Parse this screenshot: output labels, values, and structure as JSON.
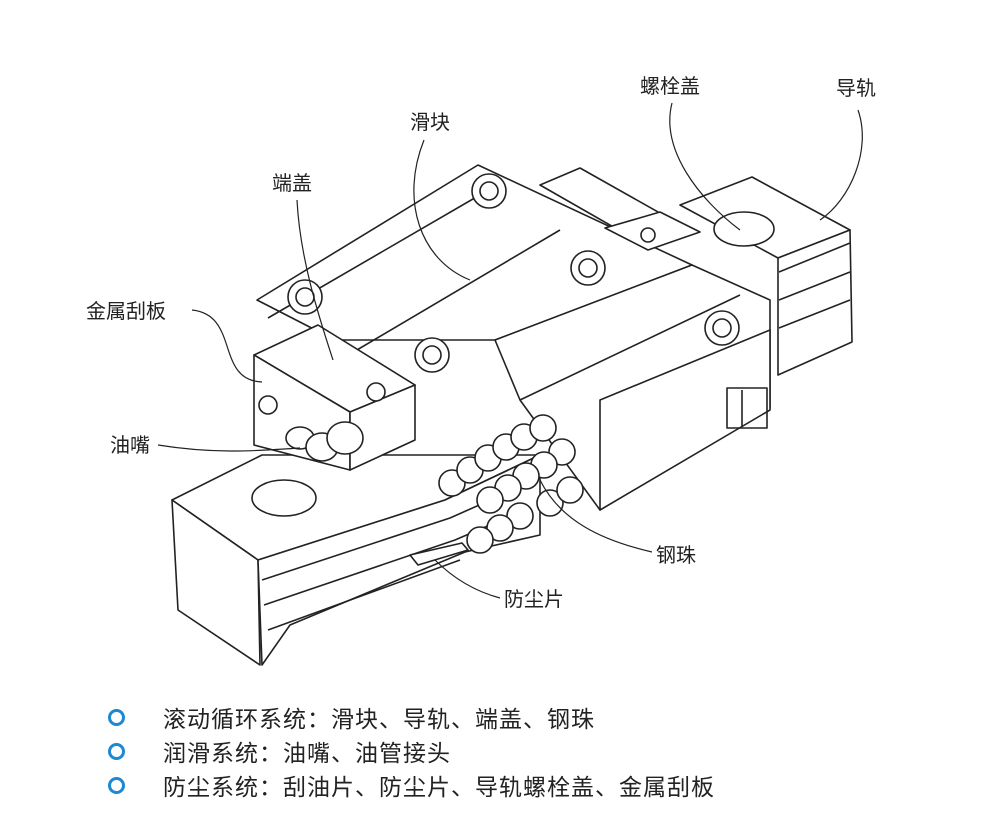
{
  "labels": {
    "bolt_cap": "螺栓盖",
    "rail": "导轨",
    "slider": "滑块",
    "end_cap": "端盖",
    "metal_scraper": "金属刮板",
    "grease_nipple": "油嘴",
    "steel_ball": "钢珠",
    "dust_strip": "防尘片"
  },
  "legend": [
    {
      "text": "滚动循环系统：滑块、导轨、端盖、钢珠"
    },
    {
      "text": "润滑系统：油嘴、油管接头"
    },
    {
      "text": "防尘系统：刮油片、防尘片、导轨螺栓盖、金属刮板"
    }
  ],
  "colors": {
    "bullet": "#1e88d0",
    "line": "#222222",
    "surface": "#ffffff"
  }
}
